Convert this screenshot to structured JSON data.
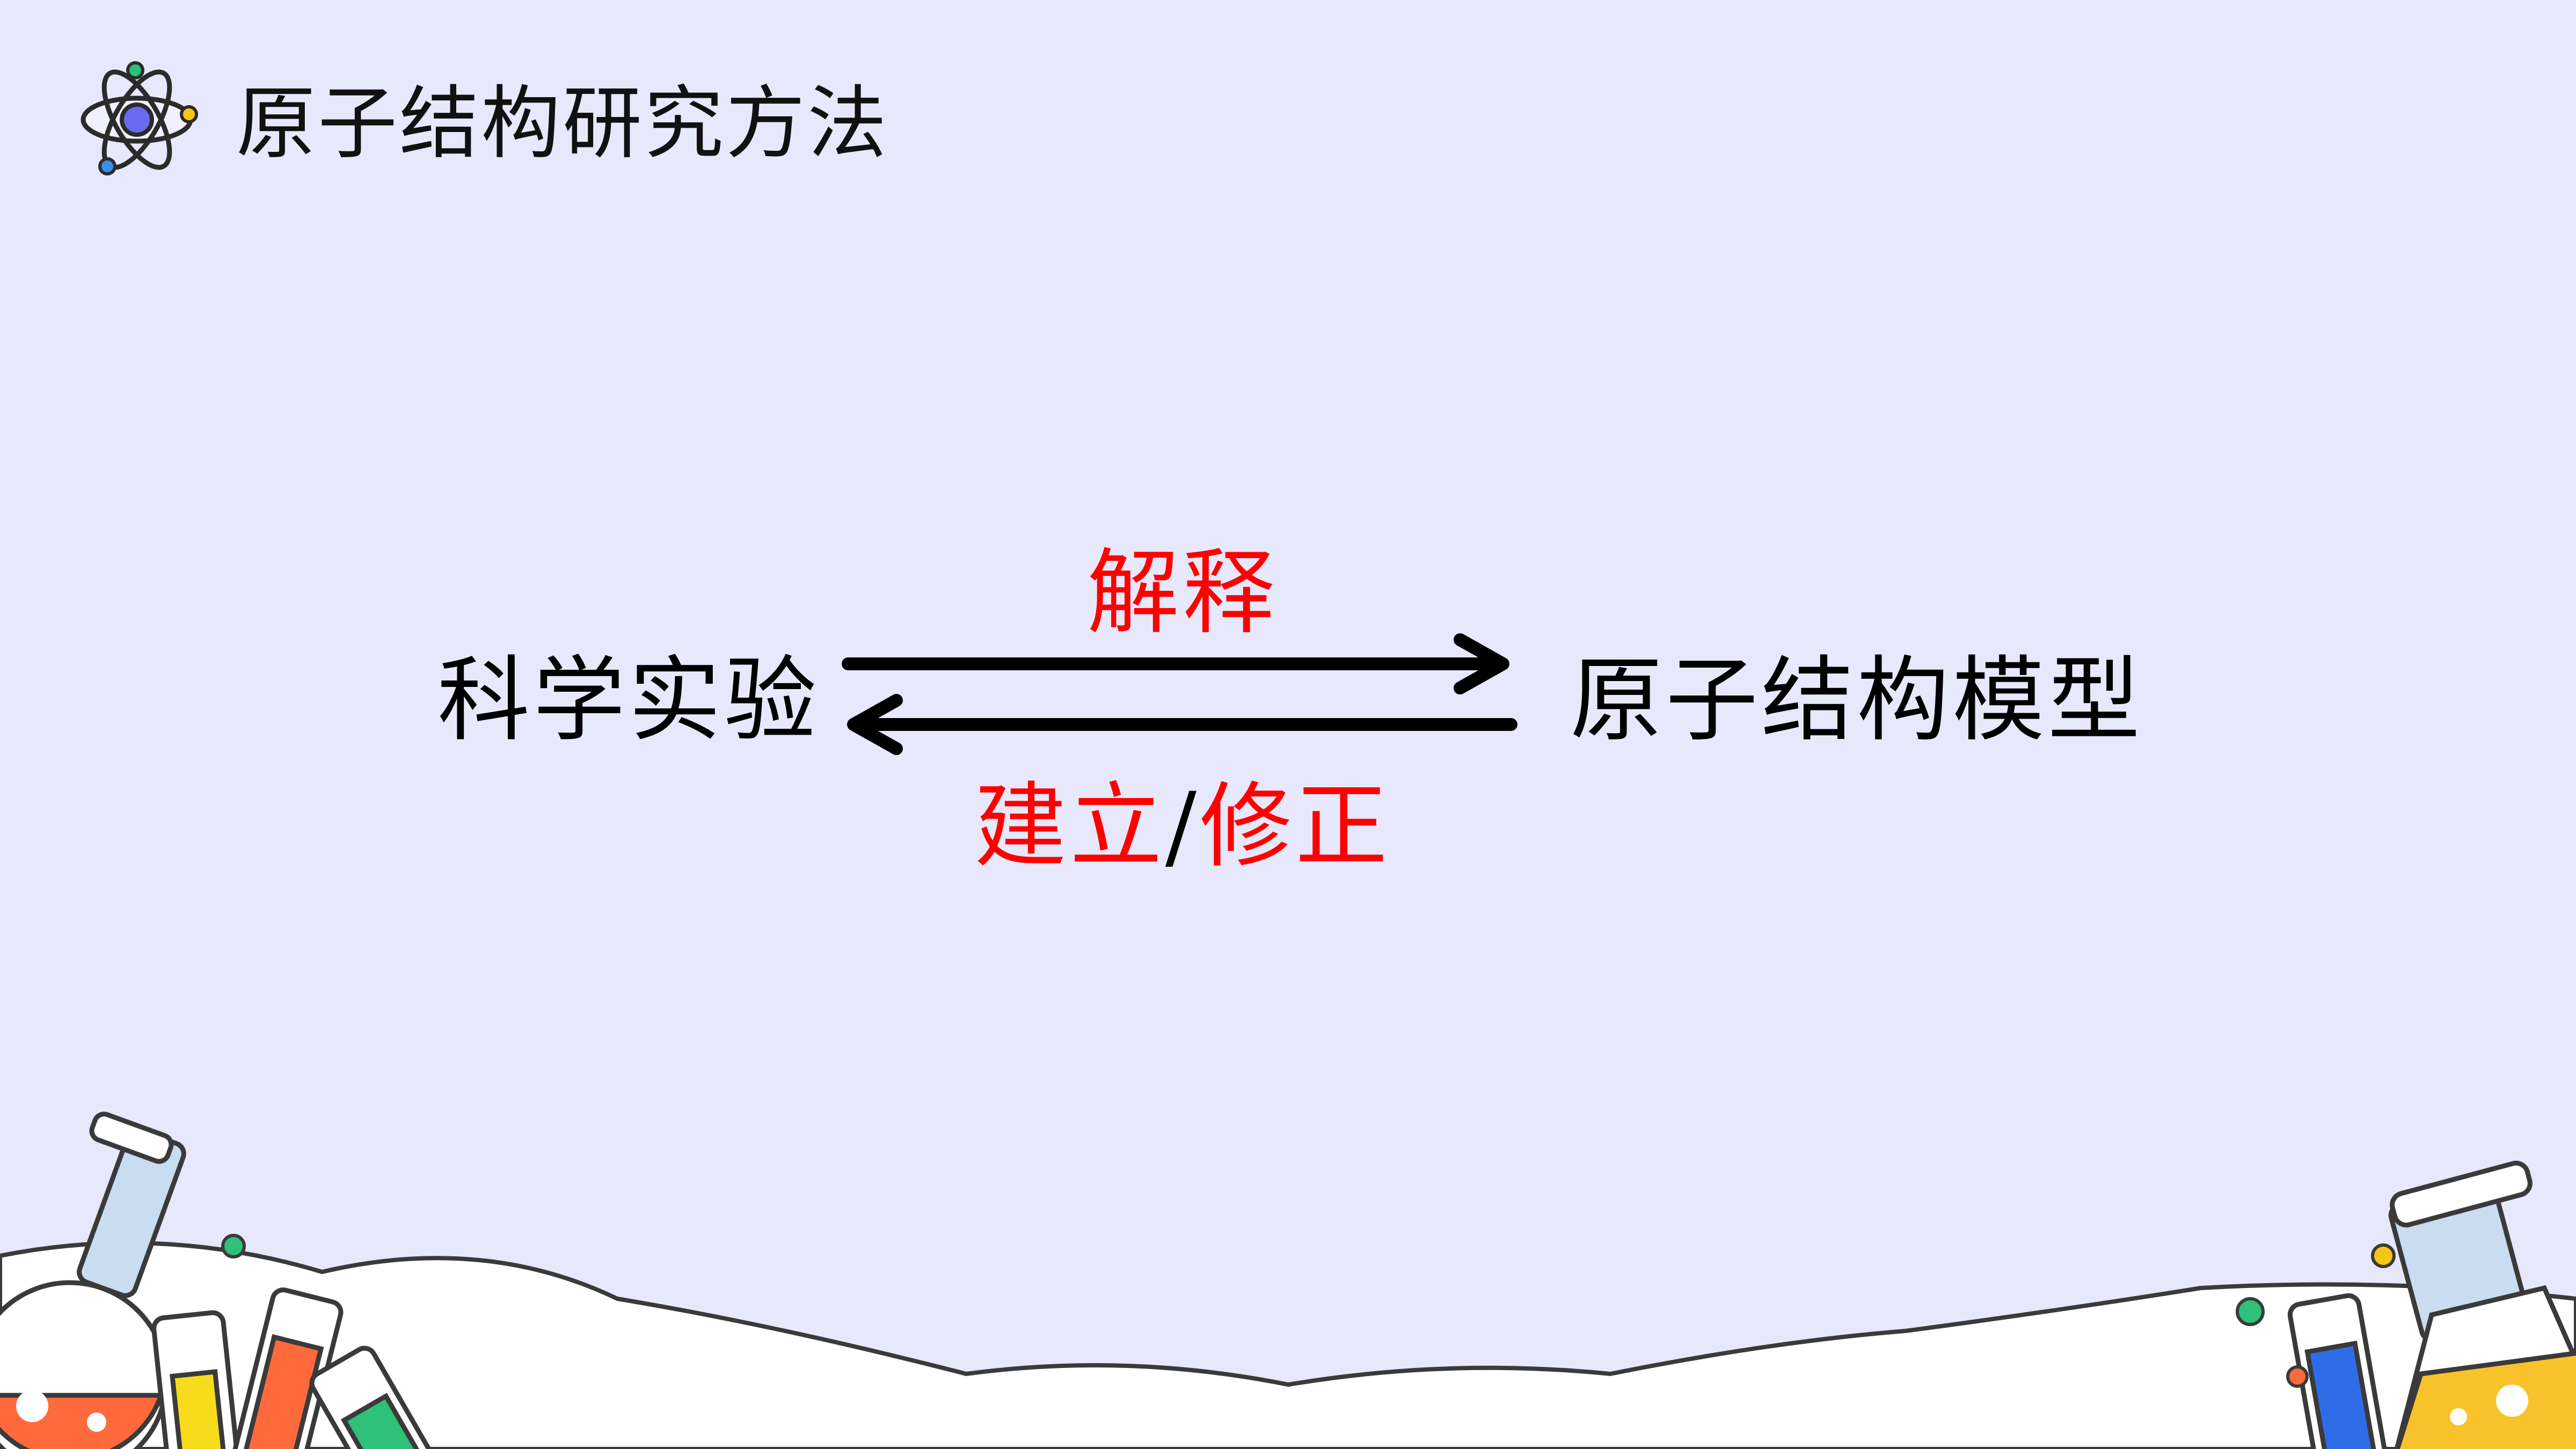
{
  "header": {
    "logo_icon": "atom-icon",
    "title": "原子结构研究方法"
  },
  "diagram": {
    "left_node": "科学实验",
    "right_node": "原子结构模型",
    "forward_label": "解释",
    "backward_label_part1": "建立",
    "backward_separator": "/",
    "backward_label_part2": "修正"
  },
  "decorations": {
    "left_flask_icon": "round-flask-icon",
    "left_tubes_icon": "test-tubes-icon",
    "right_tubes_icon": "test-tubes-icon",
    "right_flask_icon": "conical-flask-icon",
    "clouds_icon": "cloud-border-icon"
  },
  "colors": {
    "background": "#e8e8fd",
    "accent_red": "#ff0000",
    "text": "#000000"
  }
}
